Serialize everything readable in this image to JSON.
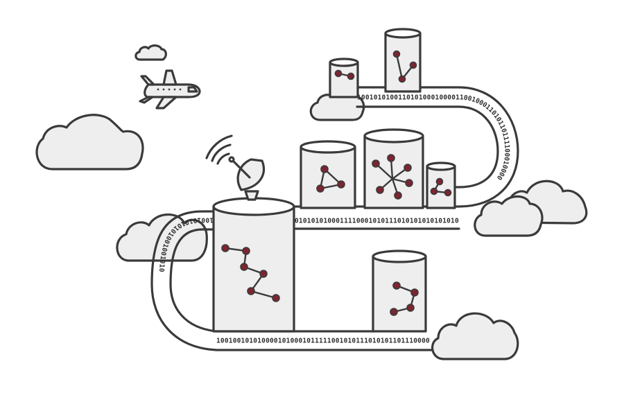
{
  "binary_strings": {
    "top_track": "1001010100110101000100001100100011010110111100010000",
    "middle_track": "01010101000111100010101110101010101010100010101010",
    "left_curve": "100101010101001001010",
    "bottom_track": "1001001010100001010001011111001010111010101101110000"
  },
  "colors": {
    "outline": "#3a3a3a",
    "fill": "#eeeeee",
    "node": "#7c2530",
    "background": "#ffffff"
  }
}
